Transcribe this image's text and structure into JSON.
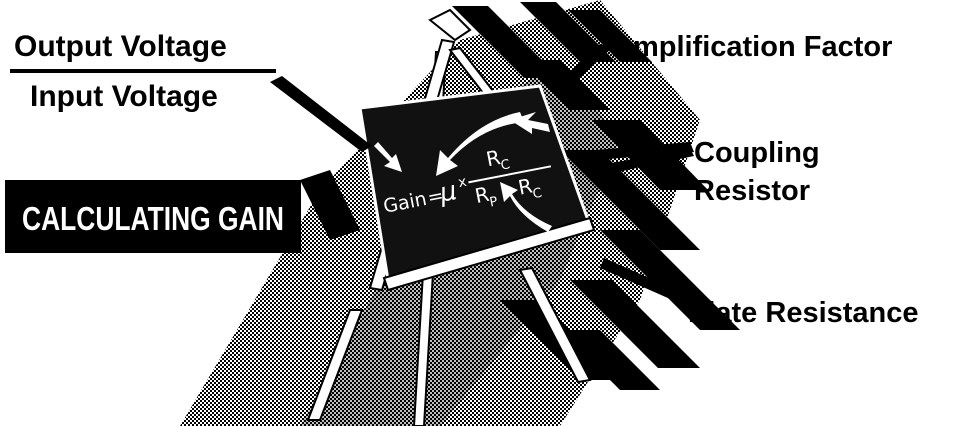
{
  "title": "CALCULATING GAIN",
  "fraction": {
    "numerator": "Output Voltage",
    "denominator": "Input Voltage"
  },
  "labels": {
    "amplification": "Amplification  Factor",
    "coupling_line1": "Coupling",
    "coupling_line2": "Resistor",
    "plate": "Plate Resistance"
  },
  "formula": {
    "gain": "Gain",
    "equals": "=",
    "mu": "μ",
    "times": "x",
    "r": "R",
    "c_sub": "C",
    "p_sub": "P"
  },
  "colors": {
    "ink": "#000000",
    "paper": "#ffffff",
    "board": "#111111"
  }
}
